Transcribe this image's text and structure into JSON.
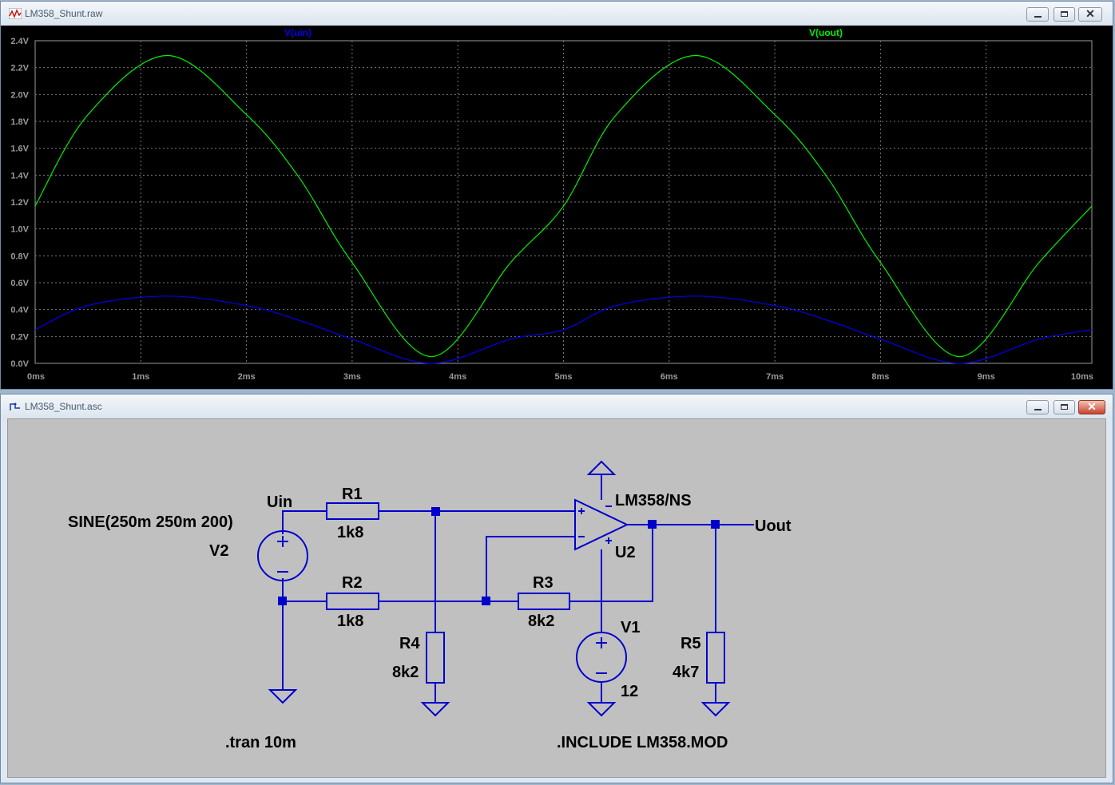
{
  "plot_window": {
    "title": "LM358_Shunt.raw",
    "trace_labels": [
      "V(uin)",
      "V(uout)"
    ],
    "trace_colors": [
      "#0000ee",
      "#00ee00"
    ]
  },
  "schematic_window": {
    "title": "LM358_Shunt.asc",
    "labels": {
      "sine": "SINE(250m 250m 200)",
      "v2": "V2",
      "uin": "Uin",
      "r1": "R1",
      "r1_val": "1k8",
      "r2": "R2",
      "r2_val": "1k8",
      "r3": "R3",
      "r3_val": "8k2",
      "r4": "R4",
      "r4_val": "8k2",
      "r5": "R5",
      "r5_val": "4k7",
      "opamp": "LM358/NS",
      "u2": "U2",
      "v1": "V1",
      "v1_val": "12",
      "uout": "Uout",
      "tran": ".tran 10m",
      "include": ".INCLUDE LM358.MOD"
    },
    "wire_color": "#0000cc",
    "background": "#c0c0c0"
  },
  "chart_data": {
    "type": "line",
    "x_unit": "ms",
    "xlim": [
      0,
      10
    ],
    "ylim": [
      0,
      2.4
    ],
    "x_ticks": [
      "0ms",
      "1ms",
      "2ms",
      "3ms",
      "4ms",
      "5ms",
      "6ms",
      "7ms",
      "8ms",
      "9ms",
      "10ms"
    ],
    "y_ticks": [
      "0.0V",
      "0.2V",
      "0.4V",
      "0.6V",
      "0.8V",
      "1.0V",
      "1.2V",
      "1.4V",
      "1.6V",
      "1.8V",
      "2.0V",
      "2.2V",
      "2.4V"
    ],
    "grid": true,
    "series": [
      {
        "name": "V(uin)",
        "color": "#0000ee",
        "x": [
          0,
          0.5,
          1.25,
          2,
          2.5,
          3,
          3.75,
          4.5,
          5,
          5.5,
          6.25,
          7,
          7.5,
          8,
          8.75,
          9.5,
          10
        ],
        "y": [
          0.25,
          0.43,
          0.5,
          0.43,
          0.32,
          0.18,
          0.0,
          0.18,
          0.25,
          0.43,
          0.5,
          0.43,
          0.32,
          0.18,
          0.0,
          0.18,
          0.25
        ]
      },
      {
        "name": "V(uout)",
        "color": "#00ee00",
        "x": [
          0,
          0.5,
          1.25,
          2,
          2.5,
          3,
          3.75,
          4.5,
          5,
          5.5,
          6.25,
          7,
          7.5,
          8,
          8.75,
          9.5,
          10
        ],
        "y": [
          1.17,
          1.85,
          2.29,
          1.85,
          1.38,
          0.75,
          0.05,
          0.75,
          1.17,
          1.85,
          2.29,
          1.85,
          1.38,
          0.75,
          0.05,
          0.75,
          1.17
        ]
      }
    ]
  }
}
